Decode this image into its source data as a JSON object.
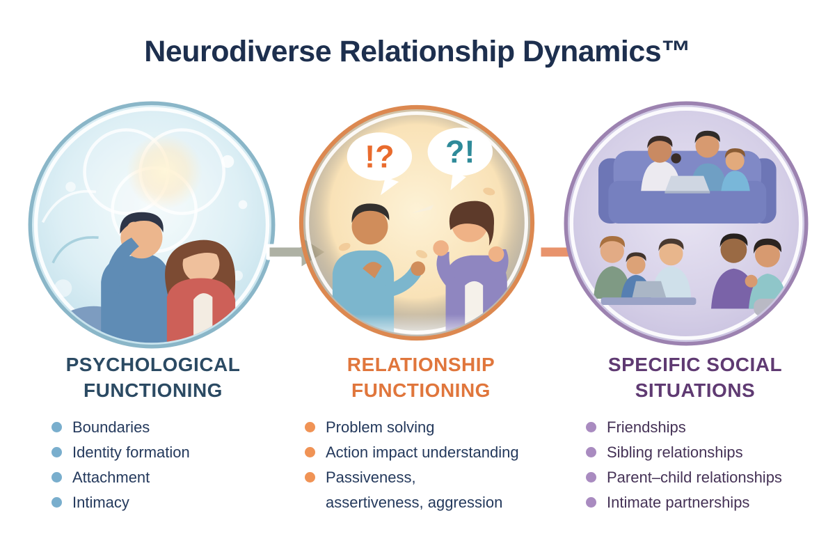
{
  "title": "Neurodiverse Relationship Dynamics™",
  "speech_bubbles": {
    "left": "!?",
    "right": "?!"
  },
  "scenes": {
    "psychological": "couple sitting back-to-back reflecting under overlapping circles",
    "relationship": "man and woman talking with confused speech bubbles",
    "social": "family on couch with laptop, study group and couple"
  },
  "columns": [
    {
      "heading": [
        "PSYCHOLOGICAL",
        "FUNCTIONING"
      ],
      "heading_color": "#2b4a63",
      "bullet_color": "#79aecd",
      "items": [
        {
          "text": "Boundaries"
        },
        {
          "text": "Identity formation"
        },
        {
          "text": "Attachment"
        },
        {
          "text": "Intimacy"
        }
      ]
    },
    {
      "heading": [
        "RELATIONSHIP",
        "FUNCTIONING"
      ],
      "heading_color": "#e0763c",
      "bullet_color": "#f09355",
      "items": [
        {
          "text": "Problem solving"
        },
        {
          "text": "Action impact understanding"
        },
        {
          "text": "Passiveness,",
          "text2": "assertiveness, aggression"
        }
      ]
    },
    {
      "heading": [
        "SPECIFIC SOCIAL",
        "SITUATIONS"
      ],
      "heading_color": "#5f3a72",
      "bullet_color": "#a98bc0",
      "items": [
        {
          "text": "Friendships"
        },
        {
          "text": "Sibling relationships"
        },
        {
          "text": "Parent–child relationships"
        },
        {
          "text": "Intimate partnerships"
        }
      ]
    }
  ],
  "colors": {
    "title_text": "#1d2f4e",
    "body_text": "#24395c",
    "circle1_rim": "#8ab6c8",
    "circle2_rim": "#dc8850",
    "circle3_rim": "#9c82b0",
    "arrow1_fill": "#aeb1a4",
    "arrow2_fill": "#e8936c",
    "bubble_left_text": "#e96b2d",
    "bubble_right_text": "#2e8a99"
  }
}
